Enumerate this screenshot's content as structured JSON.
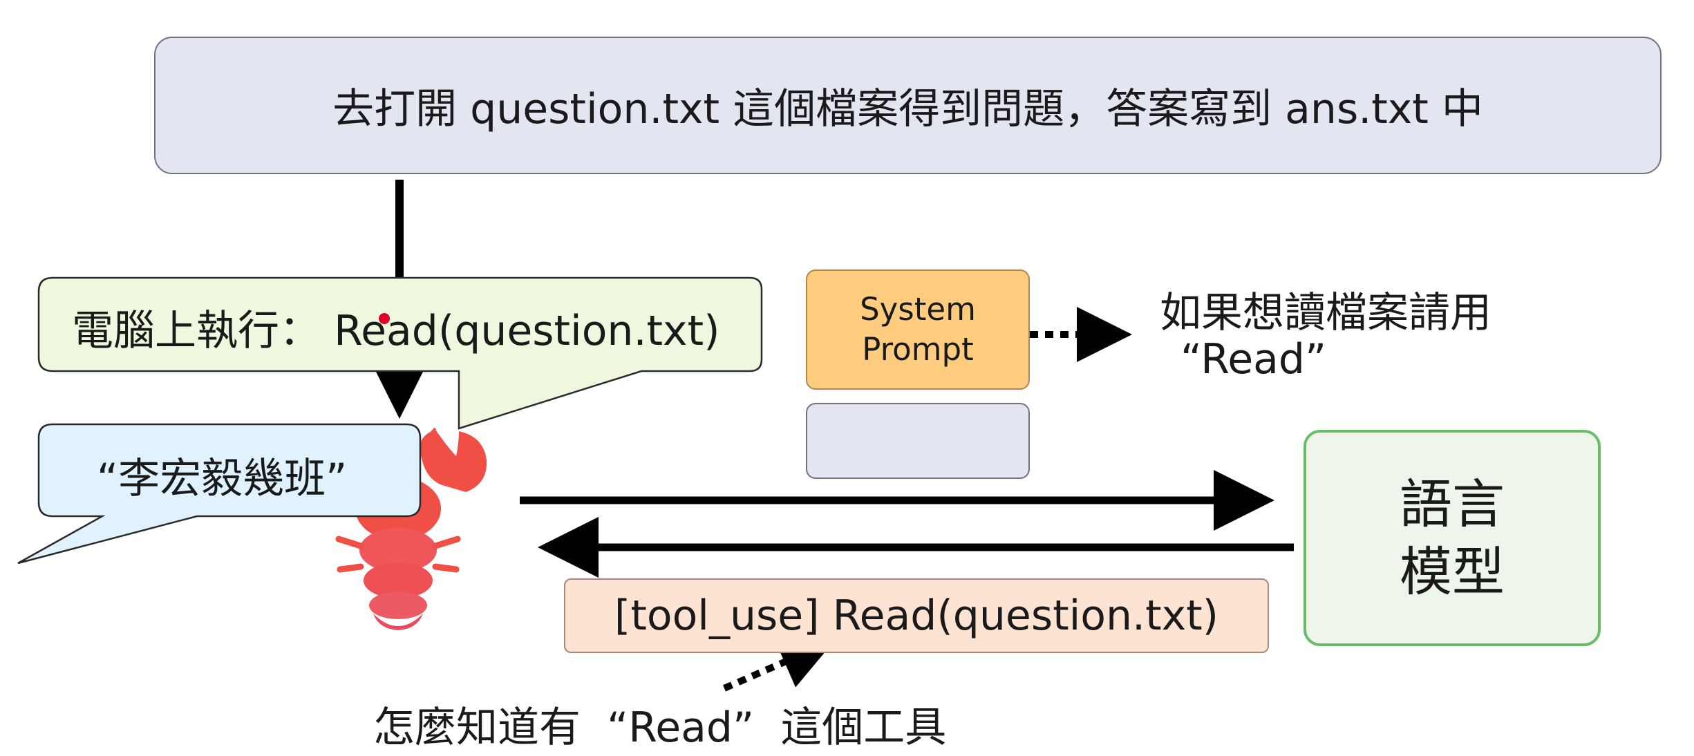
{
  "task_box": {
    "text": "去打開 question.txt 這個檔案得到問題，答案寫到 ans.txt 中"
  },
  "execute_bubble": {
    "text": "電腦上執行： Read(question.txt)"
  },
  "answer_bubble": {
    "text": "“李宏毅幾班”"
  },
  "system_prompt": {
    "line1": "System",
    "line2": "Prompt"
  },
  "system_hint": {
    "line1": "如果想讀檔案請用",
    "line2": "“Read”"
  },
  "language_model": {
    "line1": "語言",
    "line2": "模型"
  },
  "tool_use": {
    "text": "[tool_use] Read(question.txt)"
  },
  "bottom_question": {
    "text": "怎麼知道有  “Read”  這個工具"
  },
  "colors": {
    "task_fill": "#e3e5f0",
    "execute_fill": "#edf8de",
    "answer_fill": "#dff2fd",
    "system_prompt_fill": "#fdcc7e",
    "language_model_border": "#6abd68",
    "tool_use_fill": "#fde3d2",
    "lobster": "#ef4f45",
    "pointer_dot": "#e0002a"
  },
  "icons": [
    "lobster-icon",
    "pointer-dot-icon"
  ]
}
